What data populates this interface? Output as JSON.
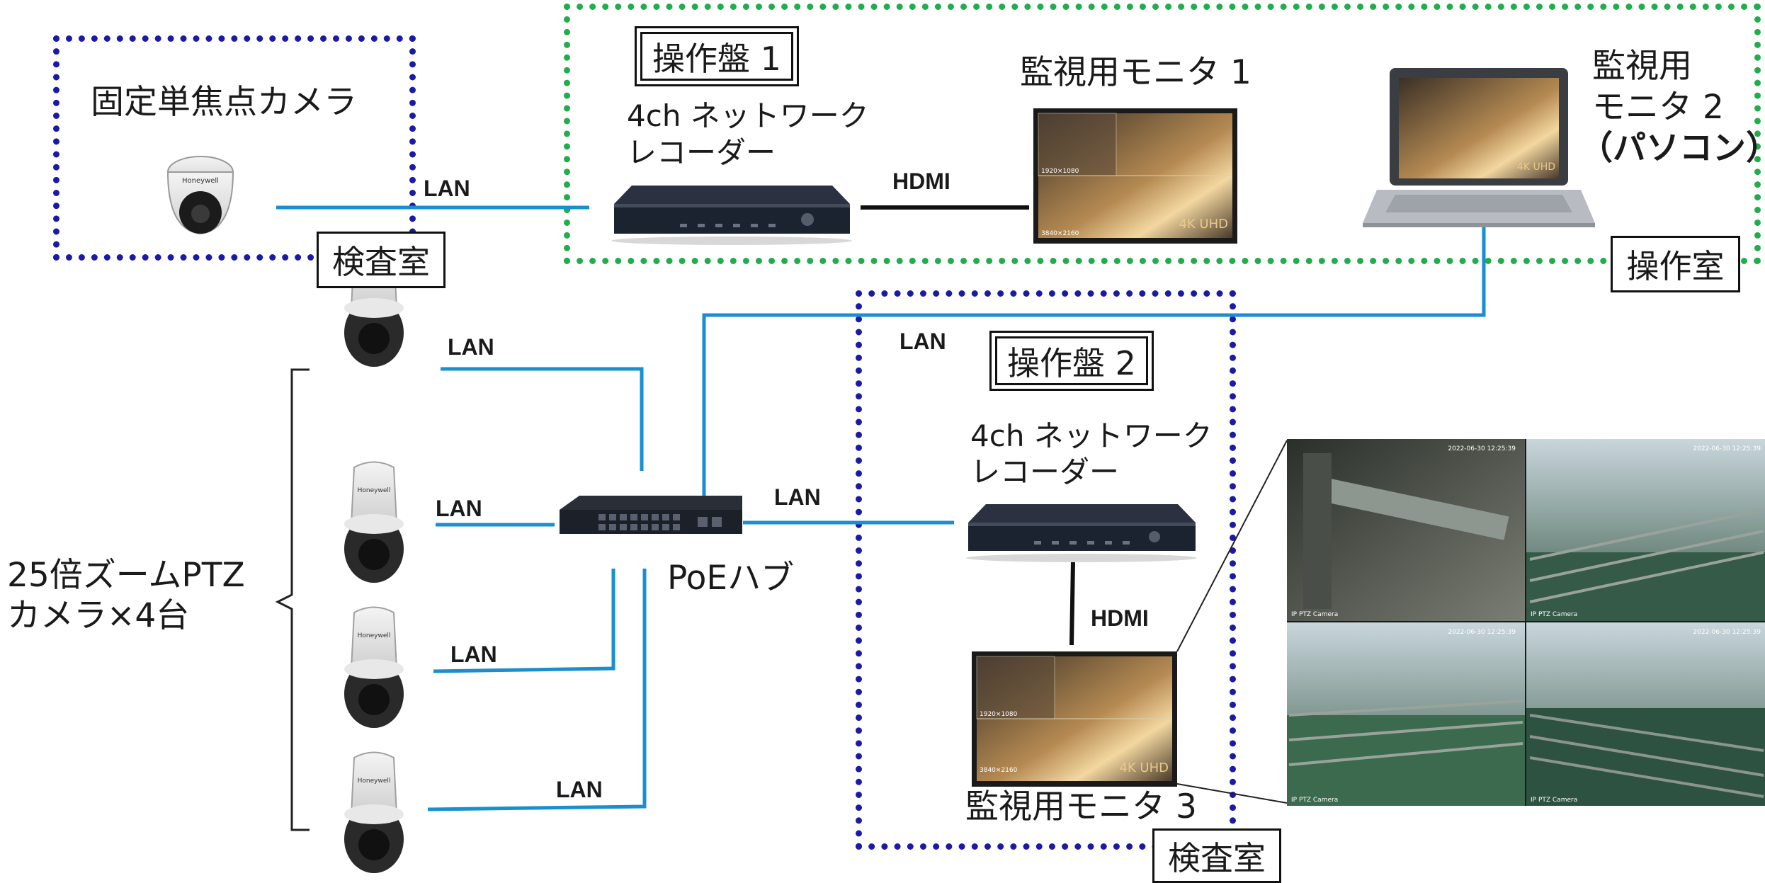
{
  "zones": {
    "exam_room_top": "検査室",
    "operation_room": "操作室",
    "exam_room_bottom": "検査室"
  },
  "panels": {
    "panel1": "操作盤 1",
    "panel2": "操作盤 2"
  },
  "devices": {
    "fixed_camera": "固定単焦点カメラ",
    "recorder1_line1": "4ch ネットワーク",
    "recorder1_line2": "レコーダー",
    "monitor1": "監視用モニタ 1",
    "monitor2_line1": "監視用",
    "monitor2_line2": "モニタ 2",
    "monitor2_line3": "（パソコン）",
    "recorder2_line1": "4ch ネットワーク",
    "recorder2_line2": "レコーダー",
    "monitor3": "監視用モニタ 3",
    "poe_hub": "PoEハブ",
    "ptz_line1": "25倍ズームPTZ",
    "ptz_line2": "カメラ×4台"
  },
  "connections": {
    "lan": "LAN",
    "hdmi": "HDMI"
  },
  "screen_text": {
    "res_4k": "4K UHD",
    "res_3840": "3840×2160",
    "res_1920": "1920×1080",
    "brand": "Honeywell",
    "cam_tag": "IP PTZ Camera",
    "timestamp_1": "2022-06-30 12:25:39",
    "timestamp_2": "2022-06-30 12:25:39",
    "timestamp_3": "2022-06-30 12:25:39",
    "timestamp_4": "2022-06-30 12:25:39"
  },
  "colors": {
    "lan_cable": "#1a8fcf",
    "hdmi_cable": "#111111",
    "exam_zone": "#1a1aa6",
    "operation_zone": "#1fae4b"
  }
}
